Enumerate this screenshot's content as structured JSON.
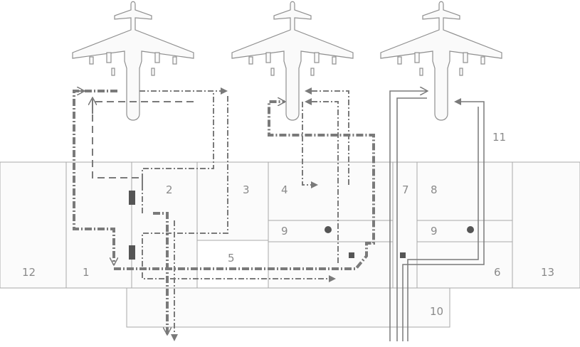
{
  "diagram": {
    "zones": [
      {
        "id": "z12",
        "label": "12"
      },
      {
        "id": "z1",
        "label": "1"
      },
      {
        "id": "z2",
        "label": "2"
      },
      {
        "id": "z3",
        "label": "3"
      },
      {
        "id": "z4",
        "label": "4"
      },
      {
        "id": "z5",
        "label": "5"
      },
      {
        "id": "z6",
        "label": "6"
      },
      {
        "id": "z7",
        "label": "7"
      },
      {
        "id": "z8",
        "label": "8"
      },
      {
        "id": "z9a",
        "label": "9"
      },
      {
        "id": "z9b",
        "label": "9"
      },
      {
        "id": "z10",
        "label": "10"
      },
      {
        "id": "z11",
        "label": "11"
      },
      {
        "id": "z13",
        "label": "13"
      }
    ],
    "colors": {
      "building_outline": "#a8a8a8",
      "flow_line": "#7a7a7a",
      "marker": "#555555"
    }
  }
}
